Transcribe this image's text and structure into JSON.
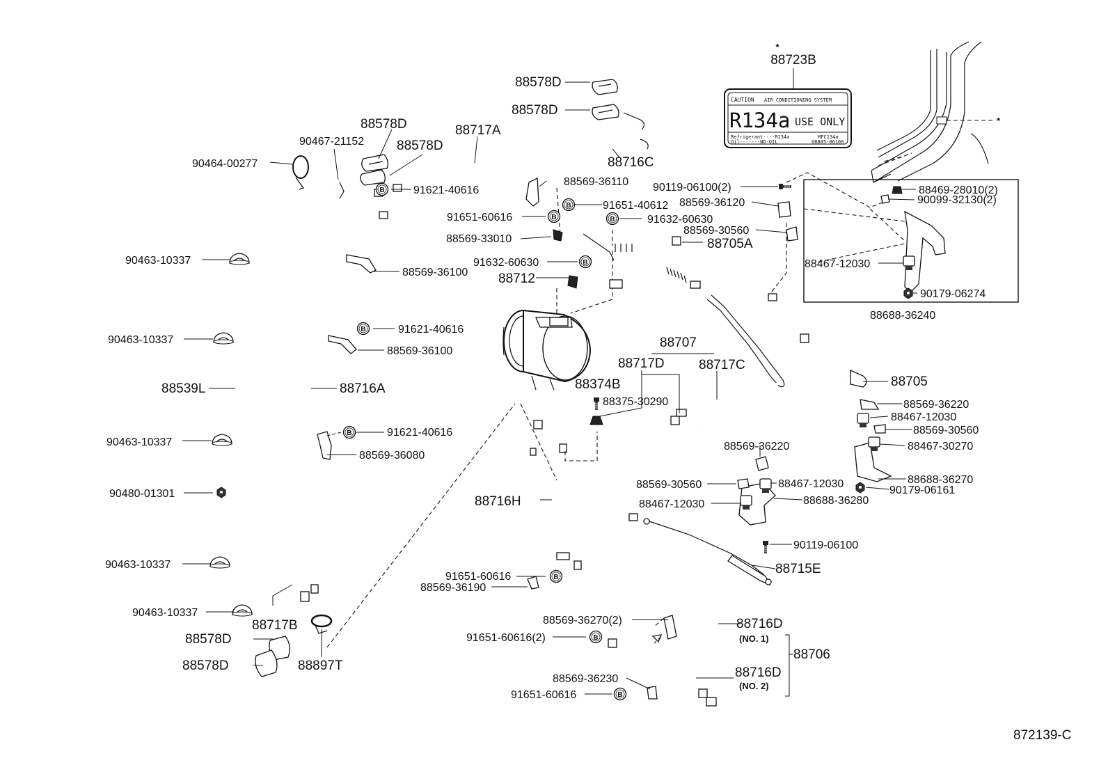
{
  "drawing_number": "872139-C",
  "caution_label": {
    "part_number": "88723B",
    "marker": "*",
    "header_left": "CAUTION",
    "header_right": "AIR CONDITIONING SYSTEM",
    "refrigerant": "R134a",
    "use_only": "USE ONLY",
    "line1": "Refrigerant----R134a",
    "line1_code": "MFC134a",
    "line2": "Oil-------ND-OIL",
    "line2_code": "08885-06100"
  },
  "inset_marker": "*",
  "labels": {
    "p88578D_a": "88578D",
    "p88578D_b": "88578D",
    "p88578D_c": "88578D",
    "p88578D_d": "88578D",
    "p88578D_e": "88578D",
    "p88578D_f": "88578D",
    "p88717A": "88717A",
    "p88716C": "88716C",
    "p90467_21152": "90467-21152",
    "p90464_00277": "90464-00277",
    "p88569_36110": "88569-36110",
    "p91651_40612": "91651-40612",
    "p91651_60616_a": "91651-60616",
    "p91632_60630_a": "91632-60630",
    "p88569_33010": "88569-33010",
    "p88705A": "88705A",
    "p91621_40616_a": "91621-40616",
    "p88569_36100_a": "88569-36100",
    "p91632_60630_b": "91632-60630",
    "p88712": "88712",
    "p90463_10337_a": "90463-10337",
    "p90463_10337_b": "90463-10337",
    "p90463_10337_c": "90463-10337",
    "p90463_10337_d": "90463-10337",
    "p90463_10337_e": "90463-10337",
    "p90480_01301": "90480-01301",
    "p91621_40616_b": "91621-40616",
    "p88569_36100_b": "88569-36100",
    "p88539L": "88539L",
    "p88716A": "88716A",
    "p91621_40616_c": "91621-40616",
    "p88569_36080": "88569-36080",
    "p88717B": "88717B",
    "p88897T": "88897T",
    "p90119_06100_2": "90119-06100(2)",
    "p88569_36120": "88569-36120",
    "p88569_30560_a": "88569-30560",
    "p88469_28010_2": "88469-28010(2)",
    "p90099_32130_2": "90099-32130(2)",
    "p88467_12030_a": "88467-12030",
    "p90179_06274": "90179-06274",
    "p88688_36240": "88688-36240",
    "p88707": "88707",
    "p88717D": "88717D",
    "p88717C": "88717C",
    "p88374B": "88374B",
    "p88375_30290": "88375-30290",
    "p88705": "88705",
    "p88569_36220_a": "88569-36220",
    "p88467_12030_b": "88467-12030",
    "p88569_30560_b": "88569-30560",
    "p88467_30270": "88467-30270",
    "p88569_36220_b": "88569-36220",
    "p88688_36270": "88688-36270",
    "p88569_30560_c": "88569-30560",
    "p88467_12030_c": "88467-12030",
    "p90179_06161": "90179-06161",
    "p88467_12030_d": "88467-12030",
    "p88688_36280": "88688-36280",
    "p90119_06100": "90119-06100",
    "p88716H": "88716H",
    "p88715E": "88715E",
    "p91651_60616_b": "91651-60616",
    "p88569_36190": "88569-36190",
    "p88569_36270_2": "88569-36270(2)",
    "p88716D_1": "88716D",
    "p88716D_1_no": "(NO. 1)",
    "p91651_60616_2": "91651-60616(2)",
    "p88706": "88706",
    "p88569_36230": "88569-36230",
    "p88716D_2": "88716D",
    "p88716D_2_no": "(NO. 2)",
    "p91651_60616_c": "91651-60616"
  },
  "bolt_symbol": "B"
}
